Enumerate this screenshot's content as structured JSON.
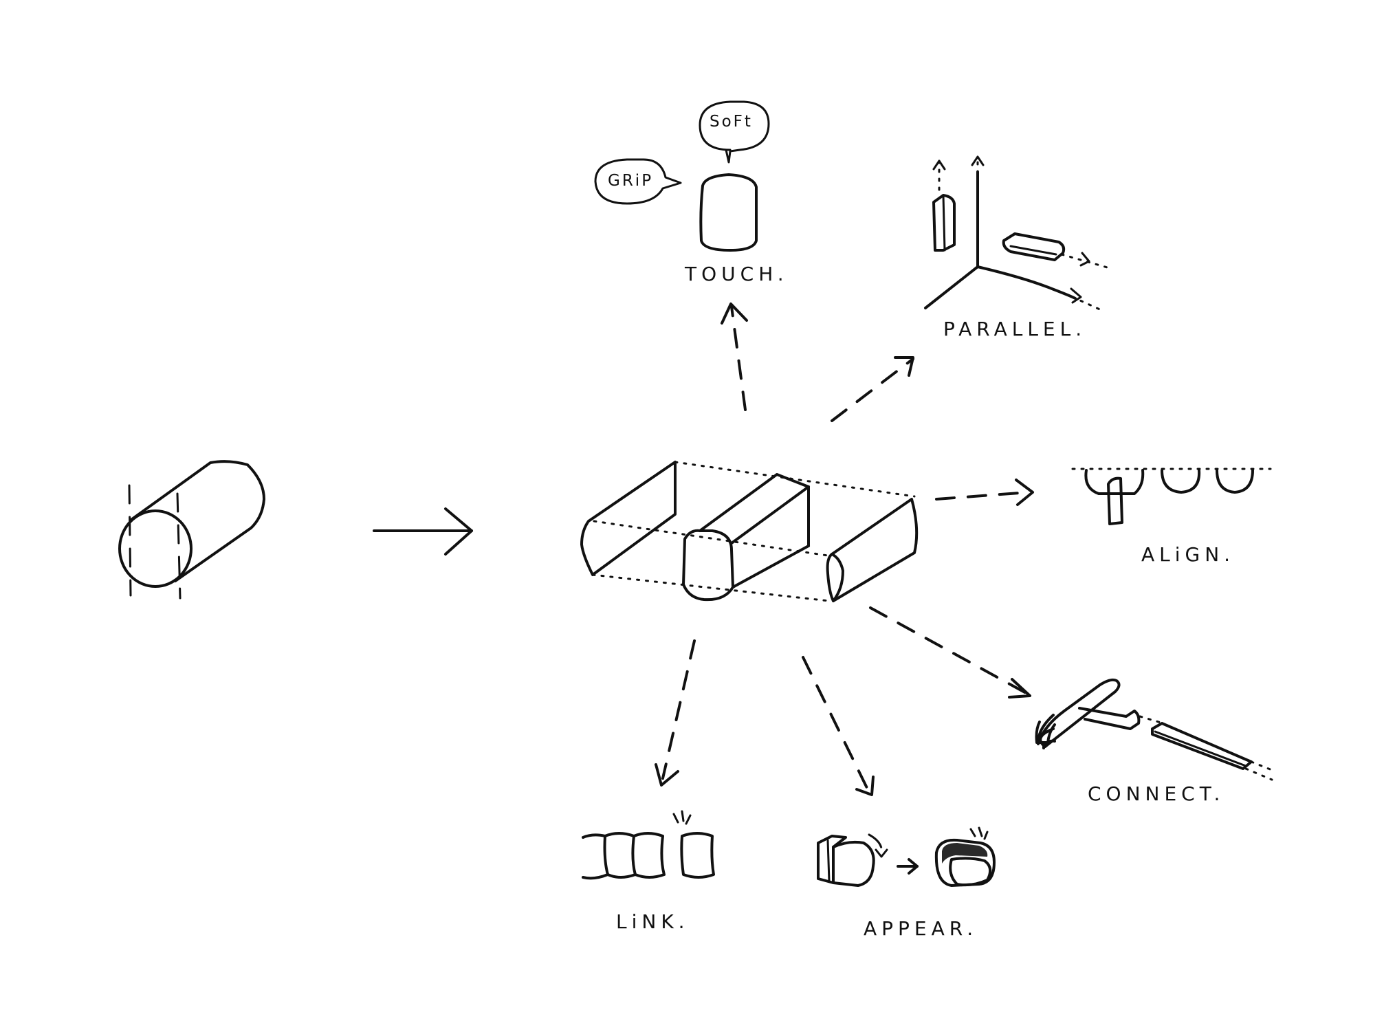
{
  "labels": {
    "soft": "SoFt",
    "grip": "GRiP",
    "touch": "TOUCH.",
    "parallel": "PARALLEL.",
    "align": "ALiGN.",
    "connect": "CONNECT.",
    "link": "LiNK.",
    "appear": "APPEAR."
  },
  "colors": {
    "ink": "#111111",
    "paper": "#ffffff"
  }
}
